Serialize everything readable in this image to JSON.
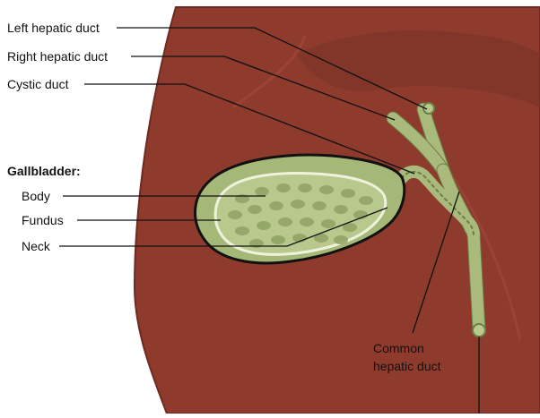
{
  "labels": {
    "left_hepatic_duct": "Left hepatic duct",
    "right_hepatic_duct": "Right hepatic duct",
    "cystic_duct": "Cystic duct",
    "gallbladder_heading": "Gallbladder:",
    "body": "Body",
    "fundus": "Fundus",
    "neck": "Neck",
    "common_hepatic_duct_line1": "Common",
    "common_hepatic_duct_line2": "hepatic duct"
  },
  "colors": {
    "liver": "#8e3b2e",
    "liver_dark": "#6e2a20",
    "liver_light": "#a54a3a",
    "gallbladder": "#a6b878",
    "gallbladder_inner": "#b9c98d",
    "mucosa_spots": "#8ea264",
    "duct": "#a9ba7c",
    "duct_outline": "#6d7f45",
    "outline": "#111111"
  }
}
